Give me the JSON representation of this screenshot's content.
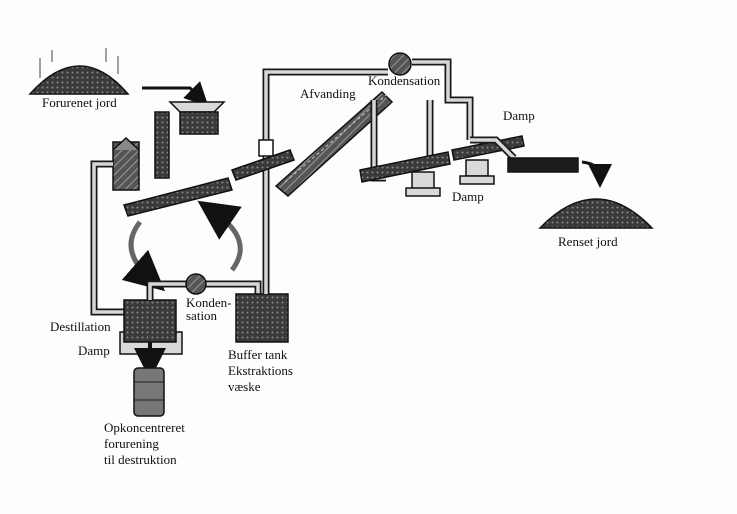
{
  "labels": {
    "contaminated_soil": "Forurenet jord",
    "dewatering": "Afvanding",
    "condensation_top": "Kondensation",
    "steam_right": "Damp",
    "steam_lower": "Damp",
    "cleaned_soil": "Renset jord",
    "distillation": "Destillation",
    "condensation_mid_1": "Konden-",
    "condensation_mid_2": "sation",
    "steam_left": "Damp",
    "buffer_1": "Buffer tank",
    "buffer_2": "Ekstraktions",
    "buffer_3": "væske",
    "output_1": "Opkoncentreret",
    "output_2": "forurening",
    "output_3": "til destruktion"
  }
}
